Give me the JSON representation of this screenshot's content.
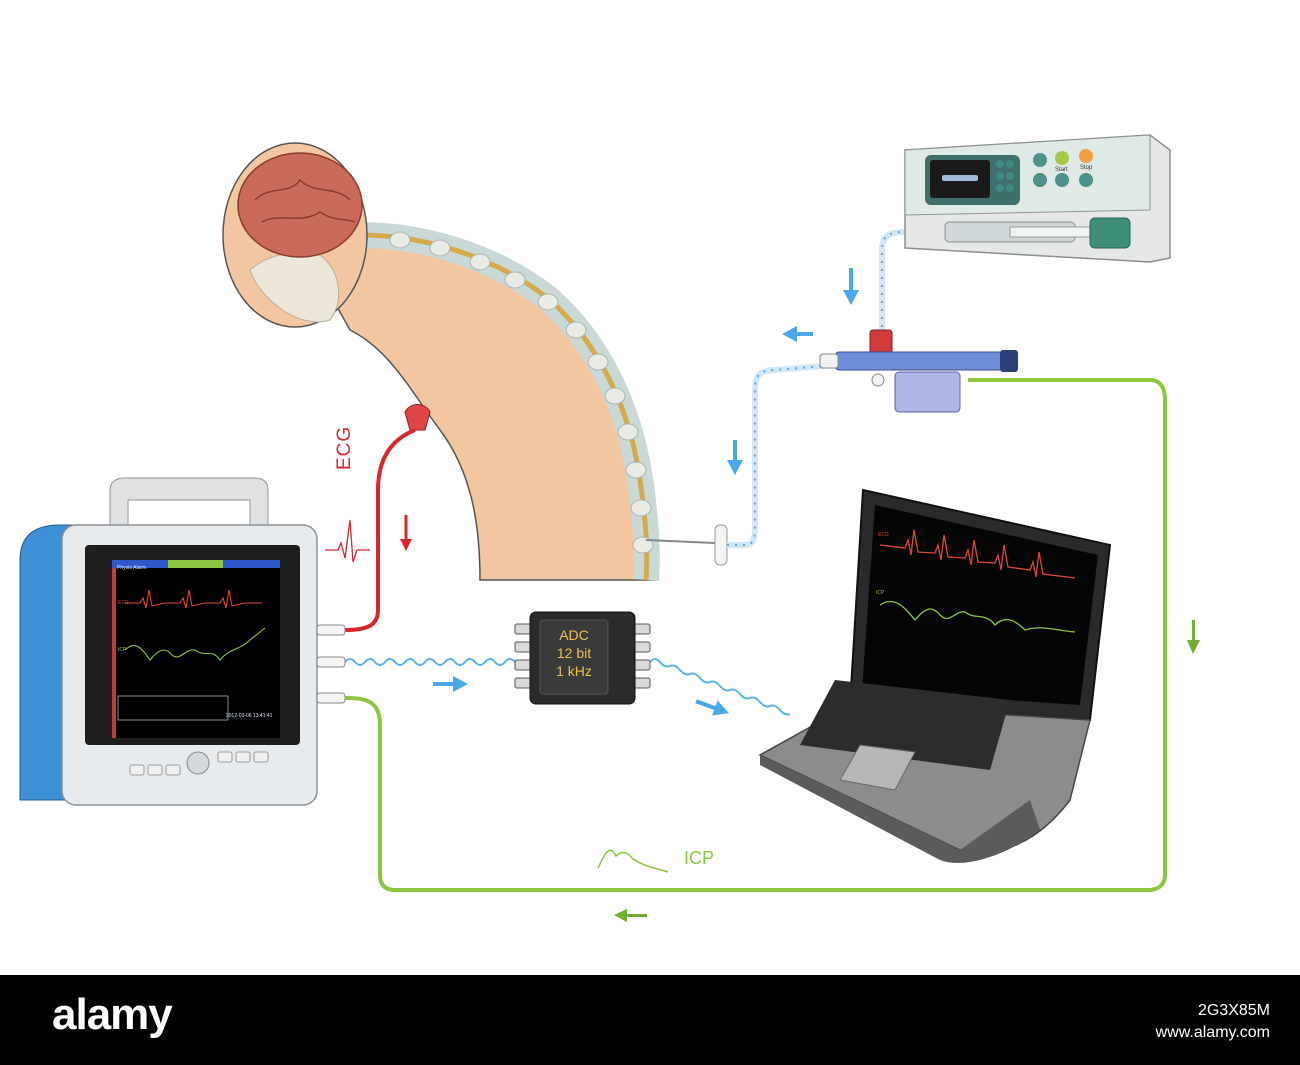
{
  "labels": {
    "ecg": "ECG",
    "icp": "ICP",
    "adc_lines": [
      "ADC",
      "12 bit",
      "1 kHz"
    ]
  },
  "monitor": {
    "title": "Physio Alarm",
    "ecg_tag": "ECG",
    "icp_tag": "ICP",
    "datetime": "2012-03-06 13:41:41"
  },
  "laptop": {
    "ecg_tag": "ECG",
    "icp_tag": "ICP"
  },
  "pump": {
    "start_label": "Start",
    "stop_label": "Stop"
  },
  "watermark": {
    "brand": "alamy",
    "image_id": "2G3X85M",
    "site": "www.alamy.com"
  },
  "colors": {
    "ecg_line": "#d8262b",
    "icp_line": "#8cc63f",
    "data_line": "#5ab4e8",
    "arrow_blue": "#4aa8e8",
    "skin": "#f2c6a0"
  },
  "icons": [
    "brain-icon",
    "spine-icon",
    "patient-monitor-icon",
    "adc-chip-icon",
    "laptop-icon",
    "syringe-pump-icon",
    "pressure-transducer-icon",
    "needle-icon"
  ]
}
